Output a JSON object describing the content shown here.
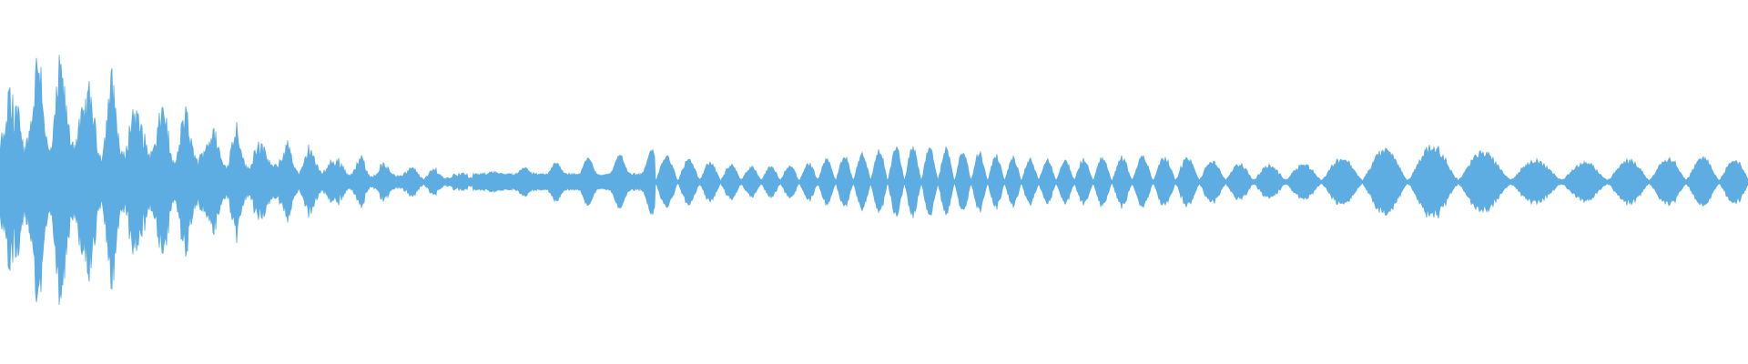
{
  "waveform": {
    "color": "#5dade2",
    "background": "#ffffff",
    "profile": {
      "attack_peak_amplitude": 0.9,
      "decay_end_amplitude": 0.07,
      "sustain_burst_amplitude": 0.2
    }
  }
}
